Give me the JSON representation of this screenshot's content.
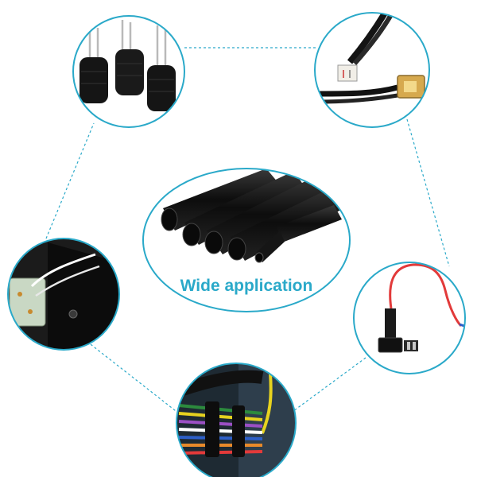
{
  "center": {
    "label": "Wide application"
  },
  "colors": {
    "accent": "#2aa9c9",
    "tube_black": "#111111",
    "background": "#ffffff"
  },
  "vignettes": [
    {
      "name": "inductor-coils-photo"
    },
    {
      "name": "wire-connector-harness-photo"
    },
    {
      "name": "heat-shrink-tubes-photo"
    },
    {
      "name": "add-a-fuse-tap-photo"
    },
    {
      "name": "colored-wire-bundle-photo"
    },
    {
      "name": "circuit-board-wiring-photo"
    }
  ]
}
